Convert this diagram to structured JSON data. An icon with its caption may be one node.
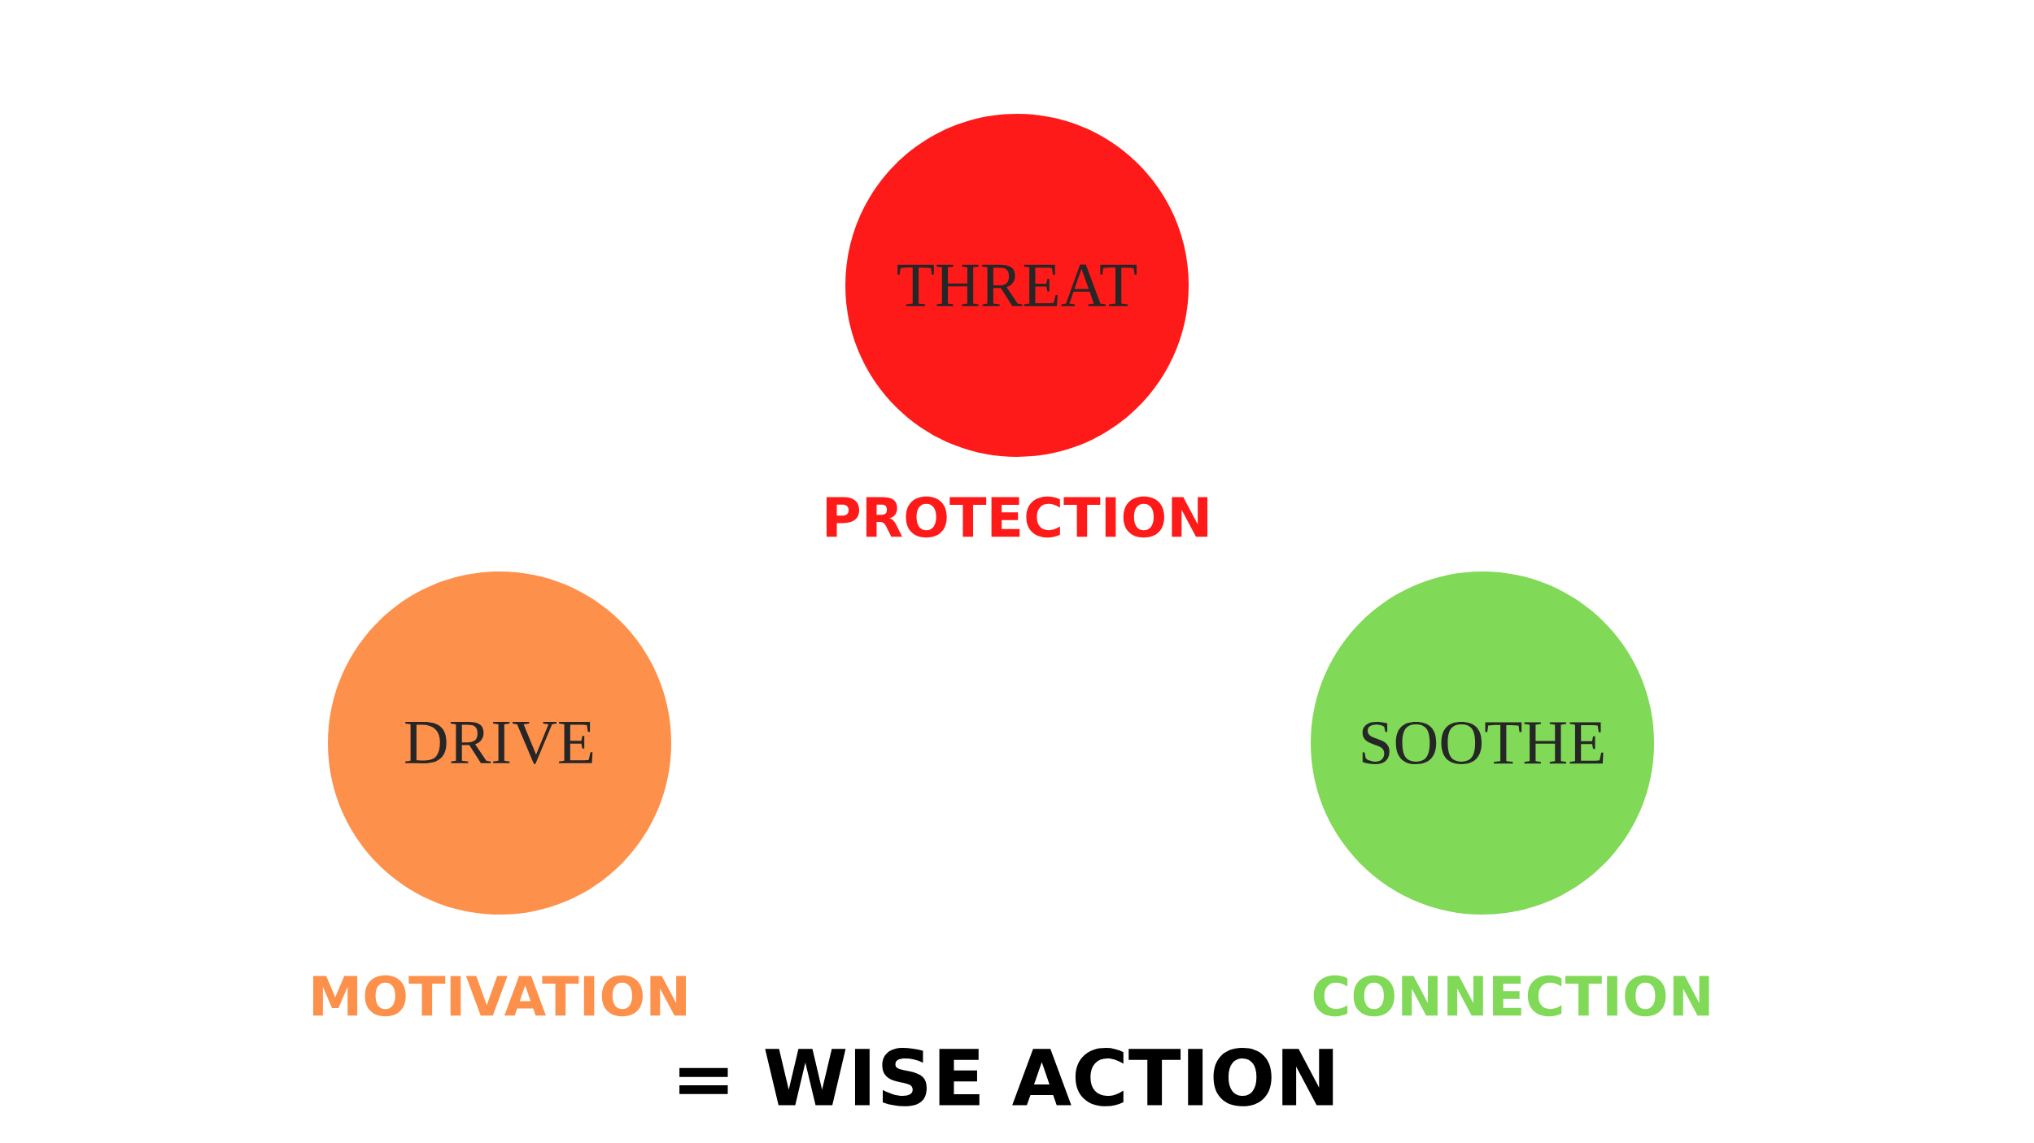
{
  "diagram": {
    "nodes": [
      {
        "text": [
          "THREAT"
        ],
        "beside": [
          "PROTECTION"
        ]
      },
      {
        "text": [
          "DRIVE"
        ],
        "beside": [
          "MOTIVATION"
        ]
      },
      {
        "text": [
          "SOOTHE"
        ],
        "beside": [
          "CONNECTION"
        ]
      }
    ],
    "labels": [
      "= WISE ACTION"
    ]
  }
}
